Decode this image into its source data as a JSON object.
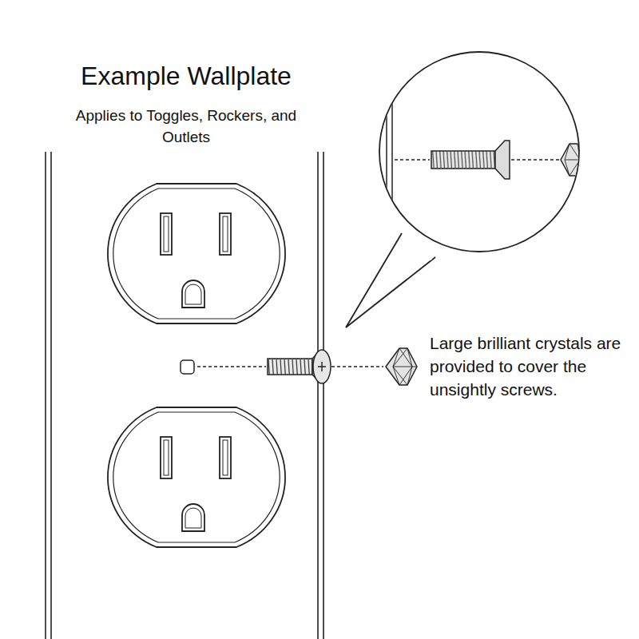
{
  "diagram": {
    "title": "Example Wallplate",
    "labels": [
      "Applies to Toggles, Rockers, and Outlets",
      "Large brilliant crystals are provided to cover the unsightly screws."
    ]
  }
}
